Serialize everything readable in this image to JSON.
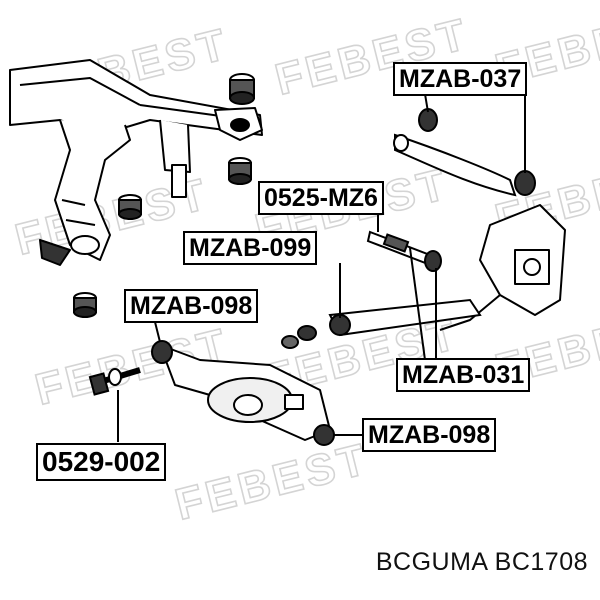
{
  "labels": {
    "mzab_037": "MZAB-037",
    "p0525_mz6": "0525-MZ6",
    "mzab_099": "MZAB-099",
    "mzab_098_top": "MZAB-098",
    "mzab_031": "MZAB-031",
    "mzab_098_bottom": "MZAB-098",
    "p0529_002": "0529-002"
  },
  "watermark": "FEBEST",
  "caption": "BCGUMA BC1708",
  "colors": {
    "ink": "#000000",
    "watermark": "#d4d4d4",
    "background": "#ffffff"
  }
}
